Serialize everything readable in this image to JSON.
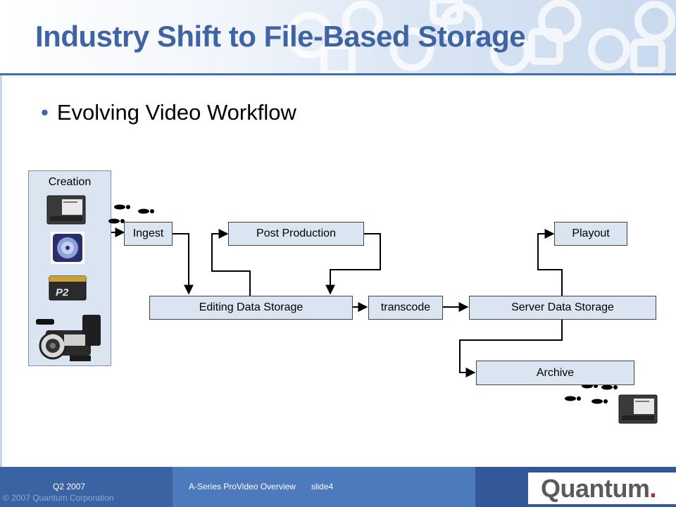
{
  "slide": {
    "title": "Industry Shift to File-Based Storage",
    "bullet": "Evolving Video Workflow"
  },
  "workflow": {
    "creation_label": "Creation",
    "ingest": "Ingest",
    "post_production": "Post Production",
    "playout": "Playout",
    "editing_storage": "Editing Data Storage",
    "transcode": "transcode",
    "server_storage": "Server Data Storage",
    "archive": "Archive"
  },
  "footer": {
    "quarter": "Q2 2007",
    "copyright": "© 2007 Quantum Corporation",
    "deck": "A-Series ProVideo Overview",
    "slide_number": "slide4",
    "logo_text": "Quantum",
    "logo_dot": "."
  },
  "colors": {
    "title_blue": "#3e64a4",
    "box_fill": "#dbe5f1",
    "footer_blue": "#3a63a4",
    "logo_red": "#c41e2a"
  },
  "icons": [
    "videotape-icon",
    "optical-disc-icon",
    "p2-card-icon",
    "camcorder-icon",
    "footprint-icon"
  ]
}
